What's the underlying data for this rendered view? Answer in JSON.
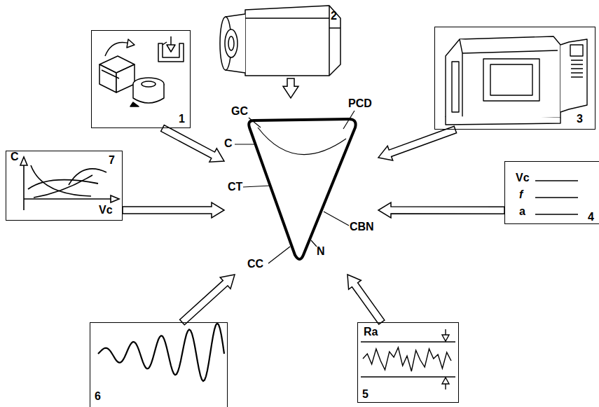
{
  "diagram": {
    "nodes": [
      {
        "text": [
          "1"
        ]
      },
      {
        "text": [
          "2"
        ]
      },
      {
        "text": [
          "3"
        ]
      },
      {
        "text": [
          "C",
          "Vc",
          "7"
        ]
      },
      {
        "text": [
          "GC",
          "PCD",
          "C",
          "CT",
          "CBN",
          "CC",
          "N"
        ]
      },
      {
        "text": [
          "Vc",
          "f",
          "a",
          "4"
        ]
      },
      {
        "text": [
          "6"
        ]
      },
      {
        "text": [
          "Ra",
          "5"
        ]
      }
    ],
    "edges": [
      {
        "from": 0,
        "to": 4,
        "arrow": "to"
      },
      {
        "from": 1,
        "to": 4,
        "arrow": "to"
      },
      {
        "from": 2,
        "to": 4,
        "arrow": "to"
      },
      {
        "from": 3,
        "to": 4,
        "arrow": "to"
      },
      {
        "from": 5,
        "to": 4,
        "arrow": "to"
      },
      {
        "from": 6,
        "to": 4,
        "arrow": "to"
      },
      {
        "from": 7,
        "to": 4,
        "arrow": "to"
      }
    ]
  }
}
